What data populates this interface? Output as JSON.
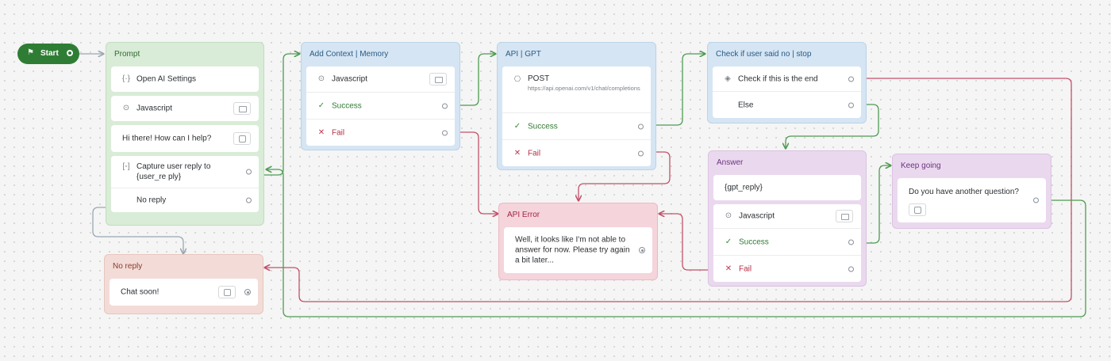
{
  "start": {
    "label": "Start"
  },
  "prompt": {
    "title": "Prompt",
    "settings": "Open AI Settings",
    "javascript": "Javascript",
    "message": "Hi there! How can I help?",
    "capture": "Capture user reply to {user_re ply}",
    "no_reply": "No reply"
  },
  "no_reply_block": {
    "title": "No reply",
    "message": "Chat soon!"
  },
  "add_context": {
    "title": "Add Context | Memory",
    "javascript": "Javascript",
    "success": "Success",
    "fail": "Fail"
  },
  "api_gpt": {
    "title": "API | GPT",
    "method": "POST",
    "url": "https://api.openai.com/v1/chat/completions",
    "success": "Success",
    "fail": "Fail"
  },
  "api_error": {
    "title": "API Error",
    "message": "Well, it looks like I'm not able to answer for now. Please try again a bit later..."
  },
  "check_end": {
    "title": "Check if user said no | stop",
    "condition": "Check if this is the end",
    "else": "Else"
  },
  "answer": {
    "title": "Answer",
    "variable": "{gpt_reply}",
    "javascript": "Javascript",
    "success": "Success",
    "fail": "Fail"
  },
  "keep_going": {
    "title": "Keep going",
    "question": "Do you have another question?"
  },
  "colors": {
    "success_edge": "#4e9a52",
    "fail_edge": "#c4506a",
    "default_edge": "#9aa6b4"
  }
}
